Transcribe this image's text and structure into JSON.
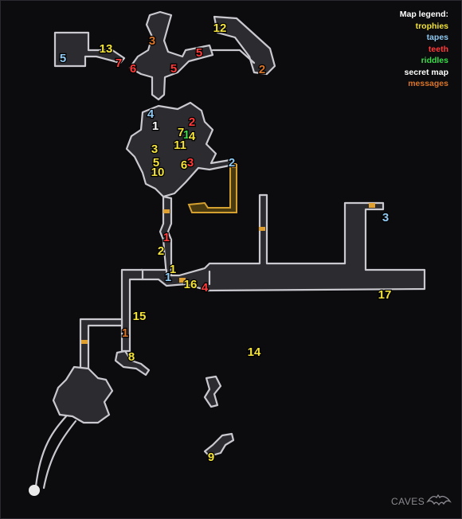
{
  "legend": {
    "title": "Map legend:",
    "trophies": "trophies",
    "tapes": "tapes",
    "teeth": "teeth",
    "riddles": "riddles",
    "secret_map": "secret map",
    "messages": "messages"
  },
  "colors": {
    "title": "#ffffff",
    "trophies": "#f2e23a",
    "tapes": "#8fc8f0",
    "teeth": "#ff3a3a",
    "riddles": "#3adc4a",
    "secret_map": "#ffffff",
    "messages": "#d8742a"
  },
  "area_name": "CAVES",
  "area_icon": "bat-icon",
  "markers": [
    {
      "id": "m-msg-3",
      "label": "3",
      "type": "messages"
    },
    {
      "id": "m-trophy-12",
      "label": "12",
      "type": "trophies"
    },
    {
      "id": "m-trophy-13",
      "label": "13",
      "type": "trophies"
    },
    {
      "id": "m-tape-5",
      "label": "5",
      "type": "tapes"
    },
    {
      "id": "m-tooth-7",
      "label": "7",
      "type": "teeth"
    },
    {
      "id": "m-tooth-6",
      "label": "6",
      "type": "teeth"
    },
    {
      "id": "m-tooth-5a",
      "label": "5",
      "type": "teeth"
    },
    {
      "id": "m-tooth-5b",
      "label": "5",
      "type": "teeth"
    },
    {
      "id": "m-msg-2",
      "label": "2",
      "type": "messages"
    },
    {
      "id": "m-tape-4",
      "label": "4",
      "type": "tapes"
    },
    {
      "id": "m-secret-1",
      "label": "1",
      "type": "secret_map"
    },
    {
      "id": "m-tooth-2",
      "label": "2",
      "type": "teeth"
    },
    {
      "id": "m-trophy-7",
      "label": "7",
      "type": "trophies"
    },
    {
      "id": "m-riddle-1",
      "label": "1",
      "type": "riddles"
    },
    {
      "id": "m-trophy-4",
      "label": "4",
      "type": "trophies"
    },
    {
      "id": "m-trophy-11",
      "label": "11",
      "type": "trophies"
    },
    {
      "id": "m-trophy-3",
      "label": "3",
      "type": "trophies"
    },
    {
      "id": "m-trophy-5",
      "label": "5",
      "type": "trophies"
    },
    {
      "id": "m-trophy-6",
      "label": "6",
      "type": "trophies"
    },
    {
      "id": "m-tooth-3",
      "label": "3",
      "type": "teeth"
    },
    {
      "id": "m-trophy-10",
      "label": "10",
      "type": "trophies"
    },
    {
      "id": "m-tape-2",
      "label": "2",
      "type": "tapes"
    },
    {
      "id": "m-tape-3",
      "label": "3",
      "type": "tapes"
    },
    {
      "id": "m-tooth-1",
      "label": "1",
      "type": "teeth"
    },
    {
      "id": "m-trophy-2",
      "label": "2",
      "type": "trophies"
    },
    {
      "id": "m-trophy-1",
      "label": "1",
      "type": "trophies"
    },
    {
      "id": "m-tape-1",
      "label": "1",
      "type": "tapes"
    },
    {
      "id": "m-trophy-16",
      "label": "16",
      "type": "trophies"
    },
    {
      "id": "m-tooth-4",
      "label": "4",
      "type": "teeth"
    },
    {
      "id": "m-trophy-17",
      "label": "17",
      "type": "trophies"
    },
    {
      "id": "m-trophy-15",
      "label": "15",
      "type": "trophies"
    },
    {
      "id": "m-msg-1",
      "label": "1",
      "type": "messages"
    },
    {
      "id": "m-trophy-8",
      "label": "8",
      "type": "trophies"
    },
    {
      "id": "m-trophy-14",
      "label": "14",
      "type": "trophies"
    },
    {
      "id": "m-trophy-9",
      "label": "9",
      "type": "trophies"
    }
  ]
}
